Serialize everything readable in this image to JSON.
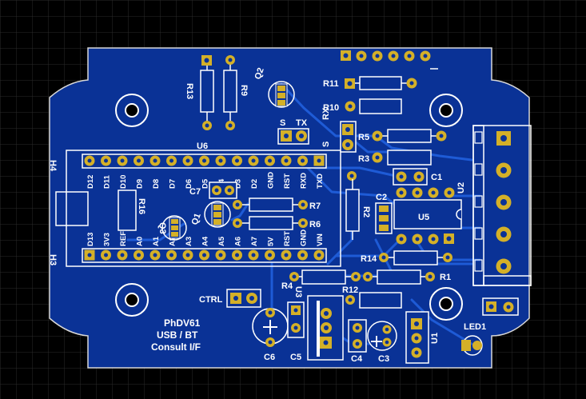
{
  "board": {
    "title_lines": [
      "PhDV61",
      "USB / BT",
      "Consult I/F"
    ],
    "colors": {
      "background": "#000000",
      "grid": "#2a2a2a",
      "board": "#0a3296",
      "trace": "#1e5bd6",
      "pad": "#d4b028",
      "silk": "#ffffff"
    }
  },
  "labels": {
    "u6": "U6",
    "h4": "H4",
    "h3": "H3",
    "r13": "R13",
    "r9": "R9",
    "q2": "Q2",
    "s": "S",
    "tx": "TX",
    "rx": "RX",
    "s2": "S",
    "r11": "R11",
    "r10": "R10",
    "r5": "R5",
    "r3": "R3",
    "c1": "C1",
    "c2": "C2",
    "r2": "R2",
    "u5": "U5",
    "u2": "U2",
    "c7": "C7",
    "r7": "R7",
    "r6": "R6",
    "q1": "Q1",
    "q3": "Q3",
    "r16": "R16",
    "r14": "R14",
    "r1": "R1",
    "r4": "R4",
    "r12": "R12",
    "ctrl": "CTRL",
    "u3": "U3",
    "c6": "C6",
    "c5": "C5",
    "c4": "C4",
    "c3": "C3",
    "u1": "U1",
    "led1": "LED1"
  },
  "header_top_pins": [
    "D12",
    "D11",
    "D10",
    "D9",
    "D8",
    "D7",
    "D6",
    "D5",
    "D4",
    "D3",
    "D2",
    "GND",
    "RST",
    "RXD",
    "TXD"
  ],
  "header_bottom_pins": [
    "D13",
    "3V3",
    "REF",
    "A0",
    "A1",
    "A2",
    "A3",
    "A4",
    "A5",
    "A6",
    "A7",
    "5V",
    "RST",
    "GND",
    "VIN"
  ]
}
